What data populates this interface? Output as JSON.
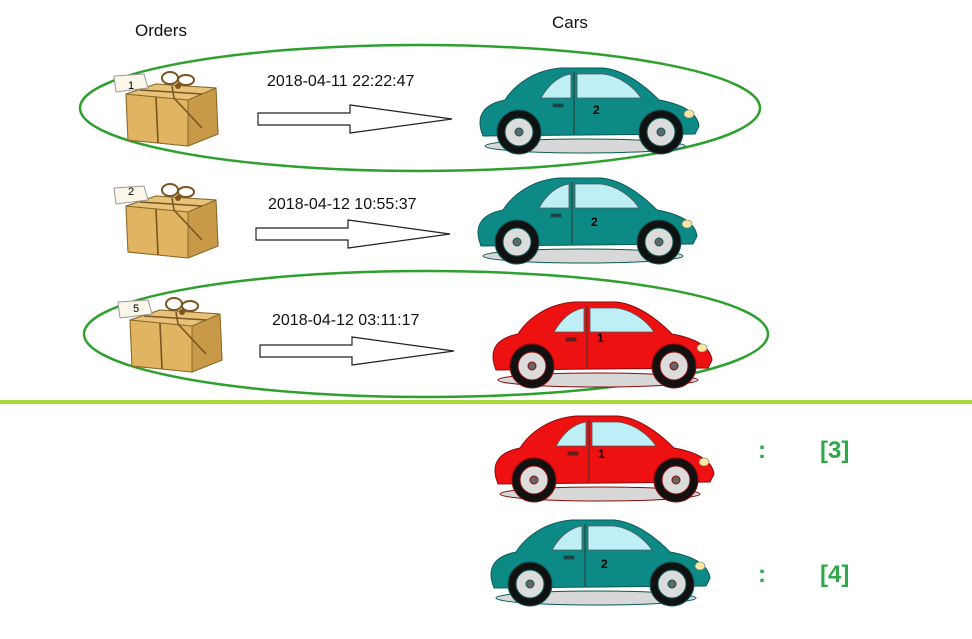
{
  "headers": {
    "orders": "Orders",
    "cars": "Cars"
  },
  "colors": {
    "teal_car": "#0e8a86",
    "red_car": "#ee1111",
    "highlight": "#2ea02e",
    "divider": "#a8d83a",
    "result": "#2fa84a",
    "box": "#d9ad5a"
  },
  "rows": [
    {
      "order_tag": "1",
      "timestamp": "2018-04-11 22:22:47",
      "car_label": "2",
      "car_color": "teal",
      "highlighted": true
    },
    {
      "order_tag": "2",
      "timestamp": "2018-04-12 10:55:37",
      "car_label": "2",
      "car_color": "teal",
      "highlighted": false
    },
    {
      "order_tag": "5",
      "timestamp": "2018-04-12 03:11:17",
      "car_label": "1",
      "car_color": "red",
      "highlighted": true
    }
  ],
  "results": [
    {
      "car_label": "1",
      "car_color": "red",
      "separator": ":",
      "value": "[3]"
    },
    {
      "car_label": "2",
      "car_color": "teal",
      "separator": ":",
      "value": "[4]"
    }
  ]
}
